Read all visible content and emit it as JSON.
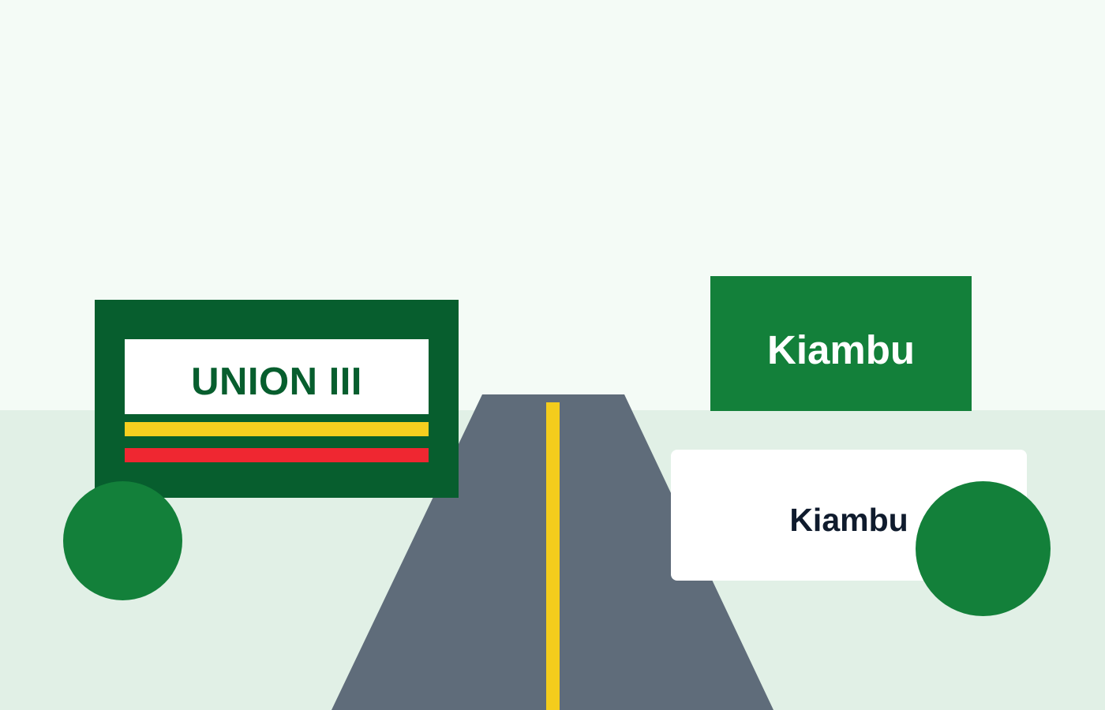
{
  "scene": {
    "billboard_left": {
      "text": "UNION III"
    },
    "sign_top_right": {
      "text": "Kiambu"
    },
    "sign_bottom_right": {
      "text": "Kiambu"
    }
  },
  "colors": {
    "sky": "#f4fbf6",
    "ground": "#e1f0e6",
    "road": "#5f6c7a",
    "road_line": "#f4cc1c",
    "billboard_dark_green": "#075e2e",
    "brand_green": "#13803a",
    "panel_white": "#ffffff",
    "stripe_yellow": "#f6cf1f",
    "stripe_red": "#ef2731",
    "text_green": "#075e2e",
    "text_dark": "#0f1b2d",
    "text_white": "#ffffff"
  }
}
